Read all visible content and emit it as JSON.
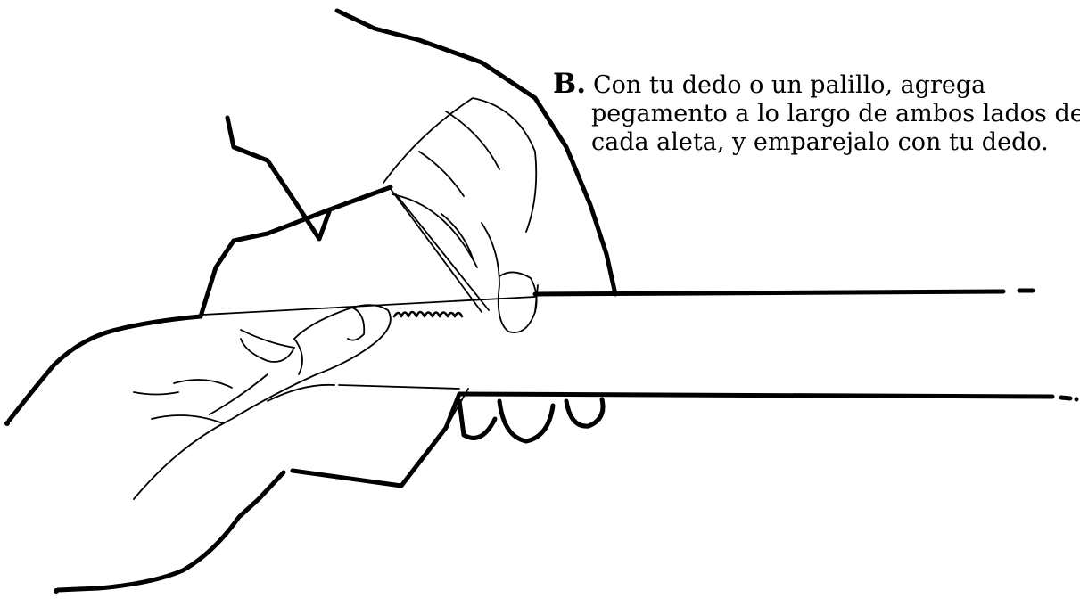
{
  "instruction": {
    "marker": "B.",
    "line1": "Con tu dedo o un palillo, agrega",
    "line2": "pegamento a lo largo de ambos lados de",
    "line3": "cada aleta, y emparejalo con tu dedo."
  },
  "illustration": {
    "subject": "hands-gluing-fin-icon"
  }
}
